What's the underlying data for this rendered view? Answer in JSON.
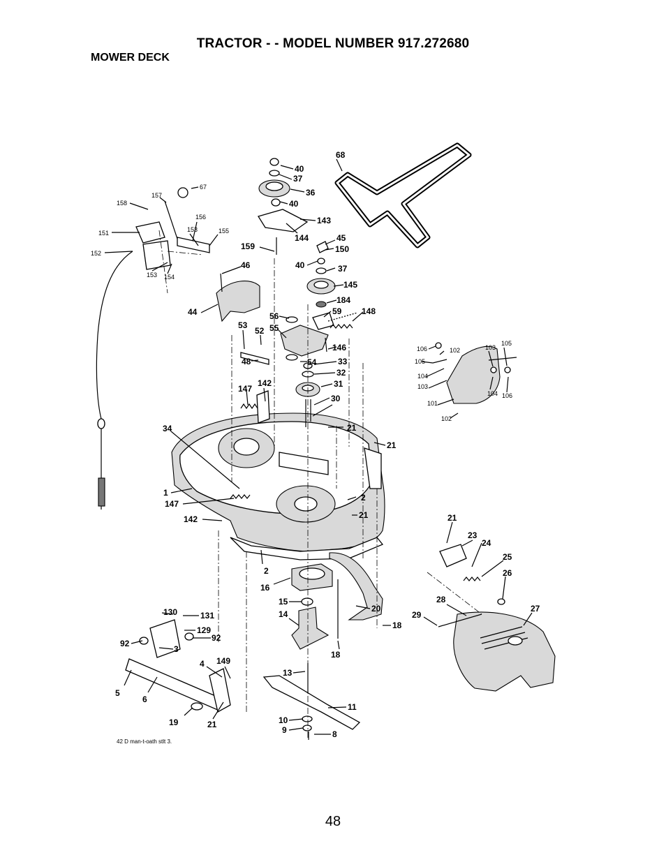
{
  "header": {
    "title": "TRACTOR - - MODEL NUMBER 917.272680",
    "subtitle": "MOWER DECK"
  },
  "footer": {
    "footnote": "42 D man-t-oath stlt 3.",
    "page_number": "48"
  },
  "callouts": [
    {
      "id": "c68",
      "label": "68"
    },
    {
      "id": "c40a",
      "label": "40"
    },
    {
      "id": "c37a",
      "label": "37"
    },
    {
      "id": "c36",
      "label": "36"
    },
    {
      "id": "c40b",
      "label": "40"
    },
    {
      "id": "c143",
      "label": "143"
    },
    {
      "id": "c144",
      "label": "144"
    },
    {
      "id": "c159",
      "label": "159"
    },
    {
      "id": "c45",
      "label": "45"
    },
    {
      "id": "c150",
      "label": "150"
    },
    {
      "id": "c40c",
      "label": "40"
    },
    {
      "id": "c37b",
      "label": "37"
    },
    {
      "id": "c145",
      "label": "145"
    },
    {
      "id": "c184",
      "label": "184"
    },
    {
      "id": "c59",
      "label": "59"
    },
    {
      "id": "c148",
      "label": "148"
    },
    {
      "id": "c56",
      "label": "56"
    },
    {
      "id": "c46",
      "label": "46"
    },
    {
      "id": "c44",
      "label": "44"
    },
    {
      "id": "c53",
      "label": "53"
    },
    {
      "id": "c52",
      "label": "52"
    },
    {
      "id": "c55",
      "label": "55"
    },
    {
      "id": "c146",
      "label": "146"
    },
    {
      "id": "c48",
      "label": "48"
    },
    {
      "id": "c54",
      "label": "54"
    },
    {
      "id": "c33",
      "label": "33"
    },
    {
      "id": "c32",
      "label": "32"
    },
    {
      "id": "c31",
      "label": "31"
    },
    {
      "id": "c30",
      "label": "30"
    },
    {
      "id": "c147a",
      "label": "147"
    },
    {
      "id": "c142a",
      "label": "142"
    },
    {
      "id": "c34",
      "label": "34"
    },
    {
      "id": "c21a",
      "label": "21"
    },
    {
      "id": "c21b",
      "label": "21"
    },
    {
      "id": "c1",
      "label": "1"
    },
    {
      "id": "c147b",
      "label": "147"
    },
    {
      "id": "c142b",
      "label": "142"
    },
    {
      "id": "c2a",
      "label": "2"
    },
    {
      "id": "c21c",
      "label": "21"
    },
    {
      "id": "c2b",
      "label": "2"
    },
    {
      "id": "c16",
      "label": "16"
    },
    {
      "id": "c15",
      "label": "15"
    },
    {
      "id": "c14",
      "label": "14"
    },
    {
      "id": "c20",
      "label": "20"
    },
    {
      "id": "c18a",
      "label": "18"
    },
    {
      "id": "c18b",
      "label": "18"
    },
    {
      "id": "c13",
      "label": "13"
    },
    {
      "id": "c11",
      "label": "11"
    },
    {
      "id": "c10",
      "label": "10"
    },
    {
      "id": "c9",
      "label": "9"
    },
    {
      "id": "c8",
      "label": "8"
    },
    {
      "id": "c130",
      "label": "130"
    },
    {
      "id": "c131",
      "label": "131"
    },
    {
      "id": "c129",
      "label": "129"
    },
    {
      "id": "c92a",
      "label": "92"
    },
    {
      "id": "c92b",
      "label": "92"
    },
    {
      "id": "c3",
      "label": "3"
    },
    {
      "id": "c4",
      "label": "4"
    },
    {
      "id": "c149",
      "label": "149"
    },
    {
      "id": "c5",
      "label": "5"
    },
    {
      "id": "c6",
      "label": "6"
    },
    {
      "id": "c19",
      "label": "19"
    },
    {
      "id": "c21d",
      "label": "21"
    },
    {
      "id": "c21e",
      "label": "21"
    },
    {
      "id": "c23",
      "label": "23"
    },
    {
      "id": "c24",
      "label": "24"
    },
    {
      "id": "c25",
      "label": "25"
    },
    {
      "id": "c26",
      "label": "26"
    },
    {
      "id": "c28",
      "label": "28"
    },
    {
      "id": "c29",
      "label": "29"
    },
    {
      "id": "c27",
      "label": "27"
    },
    {
      "id": "c106a",
      "label": "106"
    },
    {
      "id": "c102a",
      "label": "102"
    },
    {
      "id": "c103a",
      "label": "103"
    },
    {
      "id": "c105a",
      "label": "105"
    },
    {
      "id": "c105b",
      "label": "105"
    },
    {
      "id": "c104a",
      "label": "104"
    },
    {
      "id": "c103b",
      "label": "103"
    },
    {
      "id": "c104b",
      "label": "104"
    },
    {
      "id": "c106b",
      "label": "106"
    },
    {
      "id": "c101",
      "label": "101"
    },
    {
      "id": "c102b",
      "label": "102"
    },
    {
      "id": "c157",
      "label": "157"
    },
    {
      "id": "c67",
      "label": "67"
    },
    {
      "id": "c158",
      "label": "158"
    },
    {
      "id": "c156",
      "label": "156"
    },
    {
      "id": "c151",
      "label": "151"
    },
    {
      "id": "c153a",
      "label": "153"
    },
    {
      "id": "c155",
      "label": "155"
    },
    {
      "id": "c152",
      "label": "152"
    },
    {
      "id": "c153b",
      "label": "153"
    },
    {
      "id": "c154",
      "label": "154"
    }
  ]
}
